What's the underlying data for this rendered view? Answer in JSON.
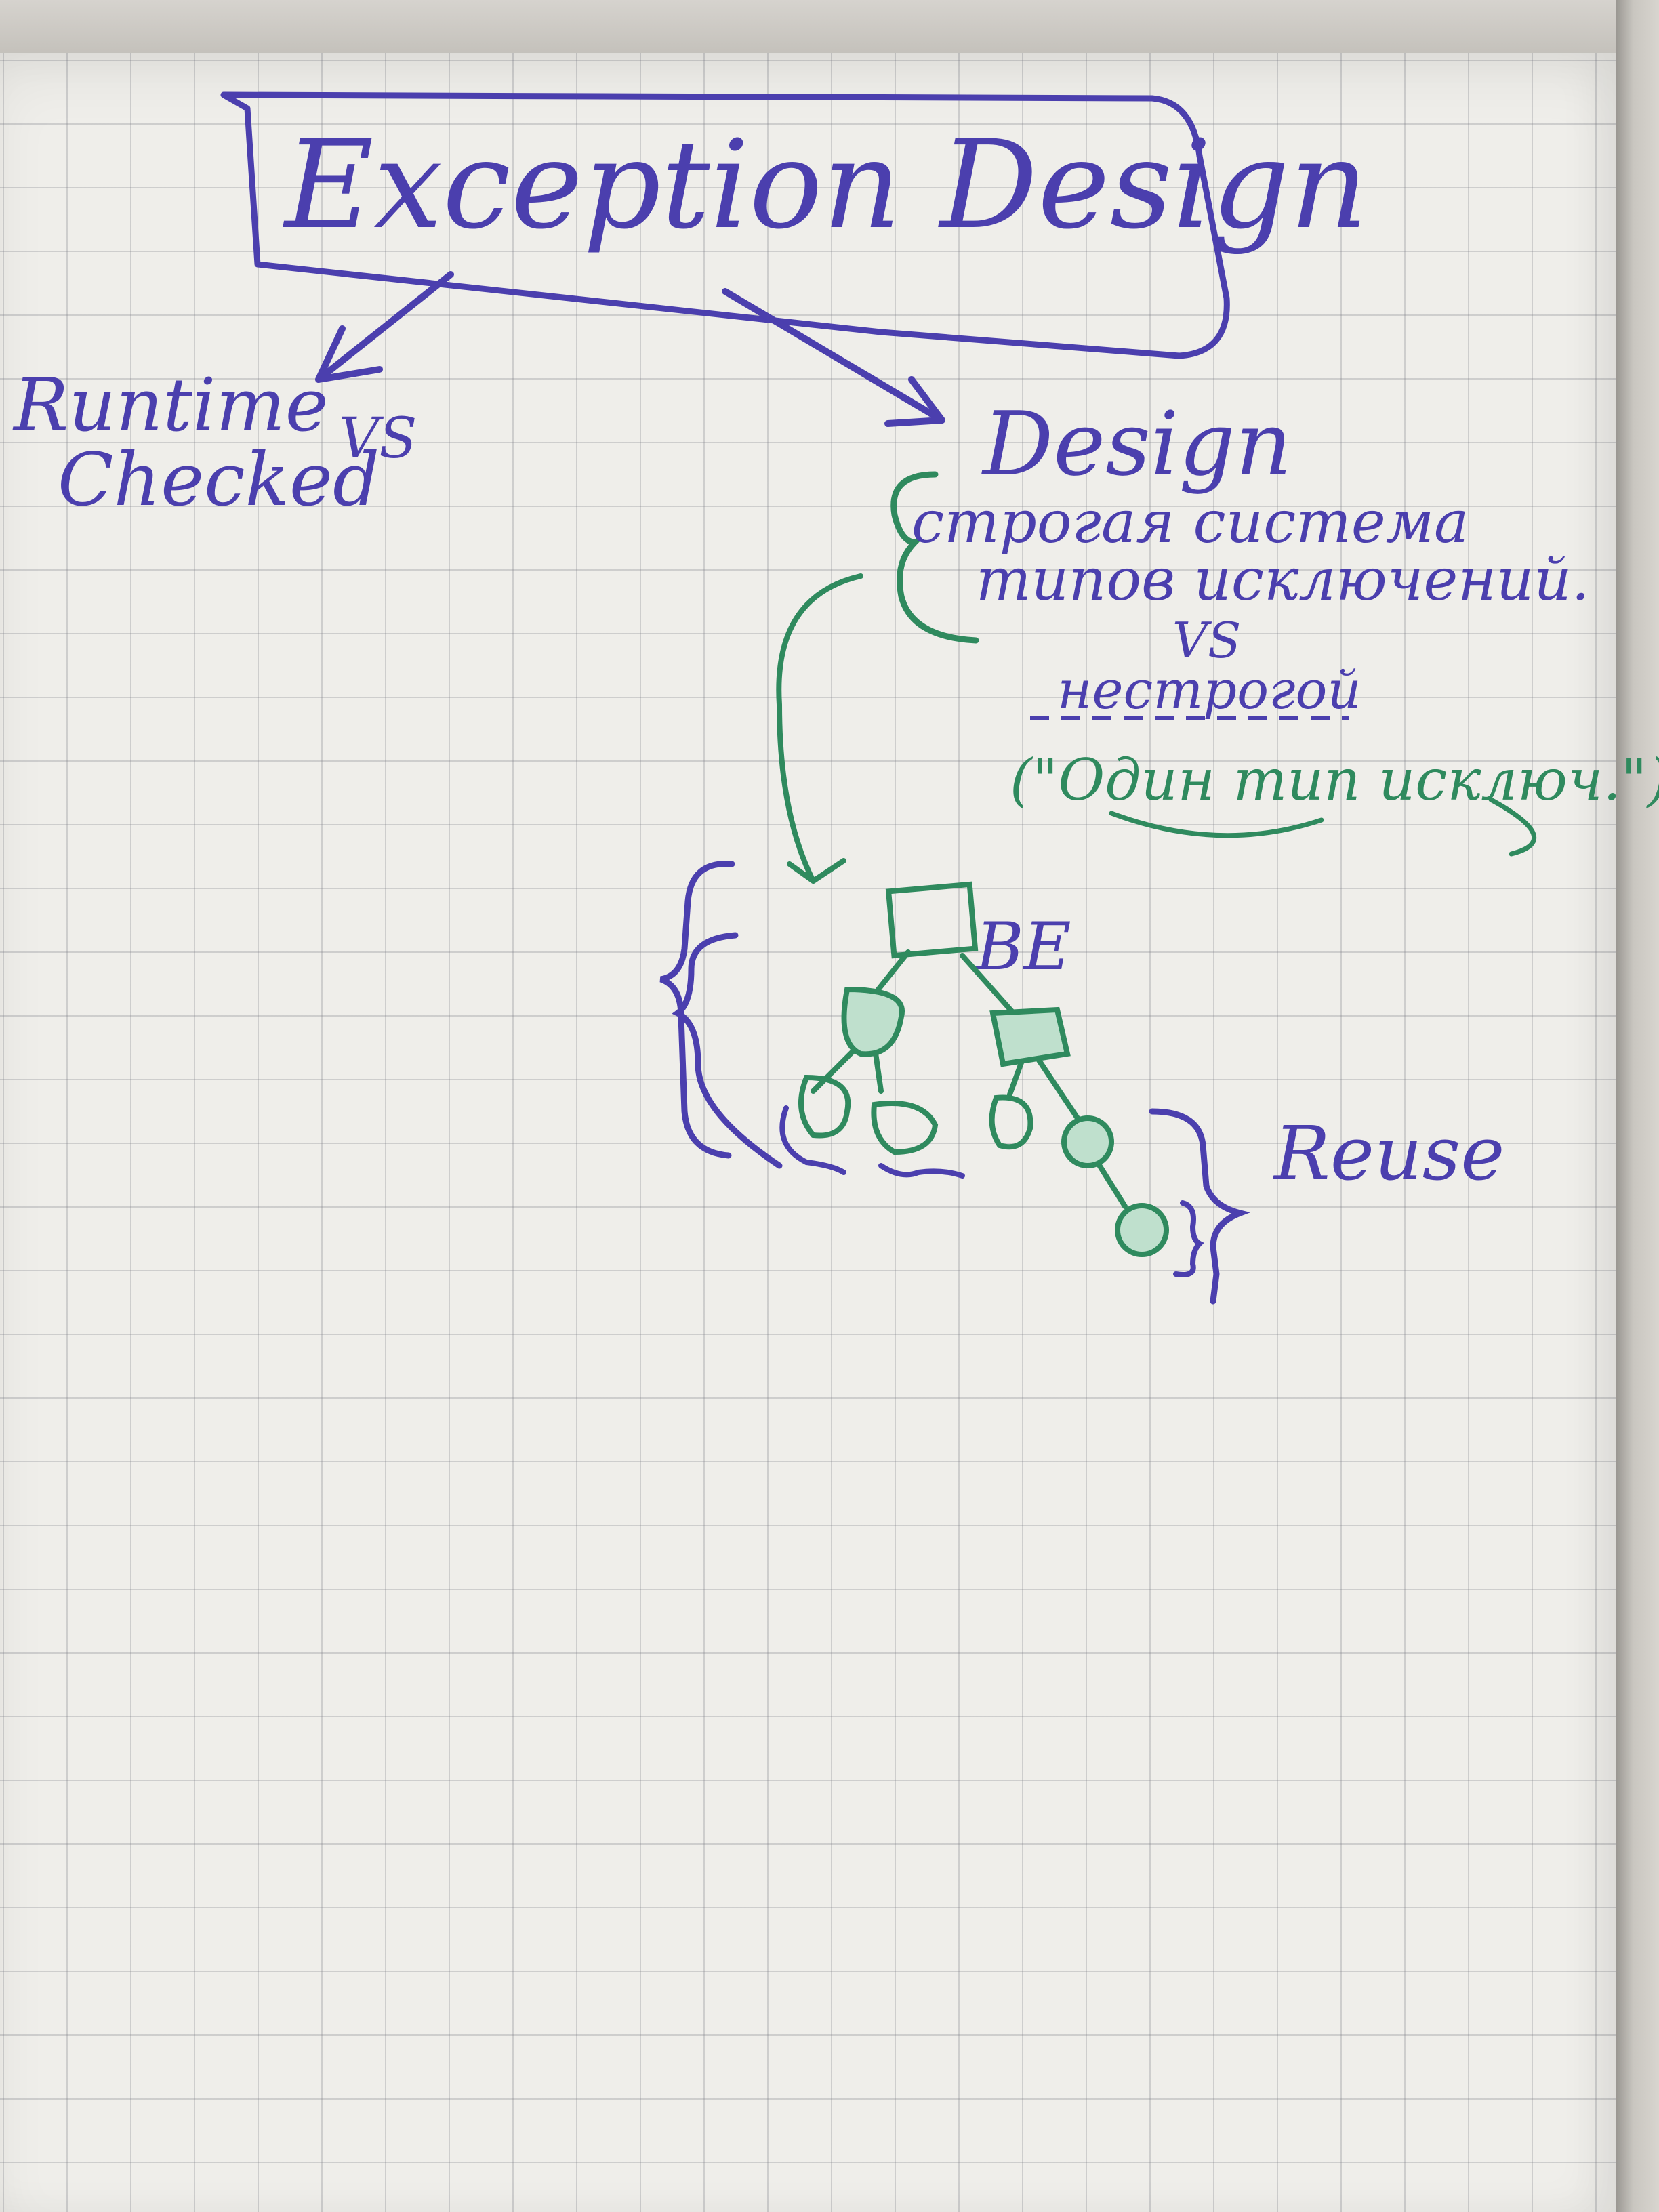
{
  "colors": {
    "paper": "#efeeea",
    "grid": "#8a8a96",
    "blue_marker": "#4b3fae",
    "green_marker": "#2f8a5e"
  },
  "labels": {
    "title": "Exception Design",
    "runtime": "Runtime",
    "vs_left": "VS",
    "checked": "Checked",
    "design": "Design",
    "strict_line1": "строгая система",
    "strict_line2": "типов исключений.",
    "vs_right": "VS",
    "loose": "нестрогой",
    "one_type": "(\"Один тип исключ.\")",
    "be": "BE",
    "reuse": "Reuse"
  }
}
